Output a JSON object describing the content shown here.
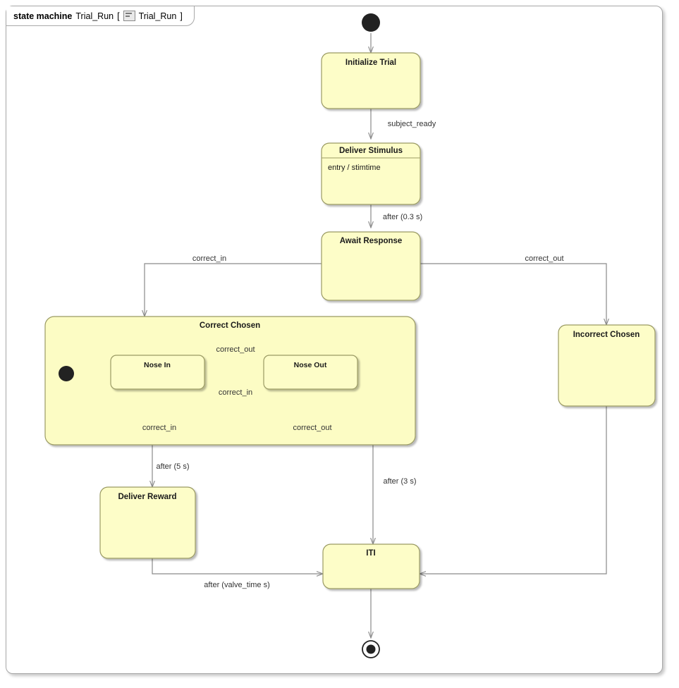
{
  "frame": {
    "keyword": "state machine",
    "name": "Trial_Run",
    "bracket_open": "[",
    "icon": "diagram-icon",
    "tab_name": "Trial_Run",
    "bracket_close": "]"
  },
  "colors": {
    "state_fill": "#fdfdc8",
    "region_fill": "#fcfcc4",
    "state_stroke": "#9a9a63",
    "line": "#8a8a8a",
    "frame_stroke": "#a8a8a8",
    "text": "#1a1a1a",
    "label_text": "#333333",
    "node_fill": "#222222"
  },
  "nodes": {
    "initial": {
      "name": "initial-state",
      "type": "initial"
    },
    "final": {
      "name": "final-state",
      "type": "final"
    },
    "region_initial": {
      "name": "region-initial-state",
      "type": "initial"
    }
  },
  "states": [
    {
      "id": "initialize_trial",
      "label": "Initialize Trial",
      "entry": null
    },
    {
      "id": "deliver_stimulus",
      "label": "Deliver Stimulus",
      "entry": "entry / stimtime"
    },
    {
      "id": "await_response",
      "label": "Await Response",
      "entry": null
    },
    {
      "id": "correct_chosen",
      "label": "Correct Chosen",
      "entry": null,
      "composite": true
    },
    {
      "id": "incorrect_chosen",
      "label": "Incorrect Chosen",
      "entry": null
    },
    {
      "id": "nose_in",
      "label": "Nose In",
      "entry": null
    },
    {
      "id": "nose_out",
      "label": "Nose Out",
      "entry": null
    },
    {
      "id": "deliver_reward",
      "label": "Deliver Reward",
      "entry": null
    },
    {
      "id": "iti",
      "label": "ITI",
      "entry": null
    }
  ],
  "transitions": [
    {
      "id": "t_init_deliver",
      "label": "subject_ready",
      "from": "initialize_trial",
      "to": "deliver_stimulus"
    },
    {
      "id": "t_deliver_await",
      "label": "after (0.3 s)",
      "from": "deliver_stimulus",
      "to": "await_response"
    },
    {
      "id": "t_await_correct",
      "label": "correct_in",
      "from": "await_response",
      "to": "correct_chosen"
    },
    {
      "id": "t_await_incorrect",
      "label": "correct_out",
      "from": "await_response",
      "to": "incorrect_chosen"
    },
    {
      "id": "t_in_out",
      "label": "correct_out",
      "from": "nose_in",
      "to": "nose_out"
    },
    {
      "id": "t_out_in",
      "label": "correct_in",
      "from": "nose_out",
      "to": "nose_in"
    },
    {
      "id": "t_in_self",
      "label": "correct_in",
      "from": "nose_in",
      "to": "nose_in"
    },
    {
      "id": "t_out_self",
      "label": "correct_out",
      "from": "nose_out",
      "to": "nose_out"
    },
    {
      "id": "t_correct_reward",
      "label": "after (5 s)",
      "from": "correct_chosen",
      "to": "deliver_reward"
    },
    {
      "id": "t_out_iti",
      "label": "after (3 s)",
      "from": "nose_out",
      "to": "iti"
    },
    {
      "id": "t_reward_iti",
      "label": "after (valve_time s)",
      "from": "deliver_reward",
      "to": "iti"
    },
    {
      "id": "t_incorrect_iti",
      "label": "",
      "from": "incorrect_chosen",
      "to": "iti"
    },
    {
      "id": "t_iti_final",
      "label": "",
      "from": "iti",
      "to": "final"
    }
  ]
}
